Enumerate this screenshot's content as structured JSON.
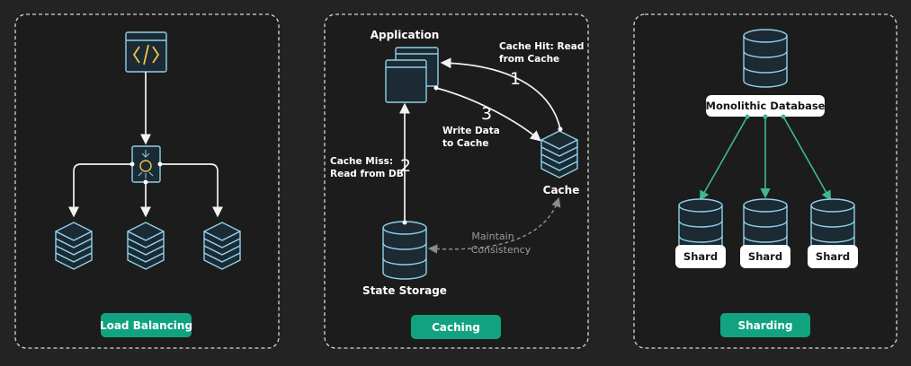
{
  "load_balancing": {
    "button_label": "Load Balancing",
    "icons": [
      "code-icon",
      "load-balancer-icon",
      "server-icon",
      "server-icon",
      "server-icon"
    ]
  },
  "caching": {
    "button_label": "Caching",
    "application_label": "Application",
    "cache_label": "Cache",
    "state_storage_label": "State Storage",
    "step1_number": "1",
    "step1_line1": "Cache Hit: Read",
    "step1_line2": "from Cache",
    "step2_number": "2",
    "step2_line1": "Cache Miss:",
    "step2_line2": "Read from DB",
    "step3_number": "3",
    "step3_line1": "Write Data",
    "step3_line2": "to Cache",
    "consistency_line1": "Maintain",
    "consistency_line2": "Consistency"
  },
  "sharding": {
    "button_label": "Sharding",
    "database_label": "Monolithic Database",
    "shards": [
      "Shard",
      "Shard",
      "Shard"
    ]
  },
  "colors": {
    "background": "#232323",
    "panel": "#1c1c1c",
    "icon_stroke": "#8fd0ea",
    "code_symbol": "#f5c343",
    "button": "#11a37f",
    "shard_arrow": "#3fb892"
  }
}
